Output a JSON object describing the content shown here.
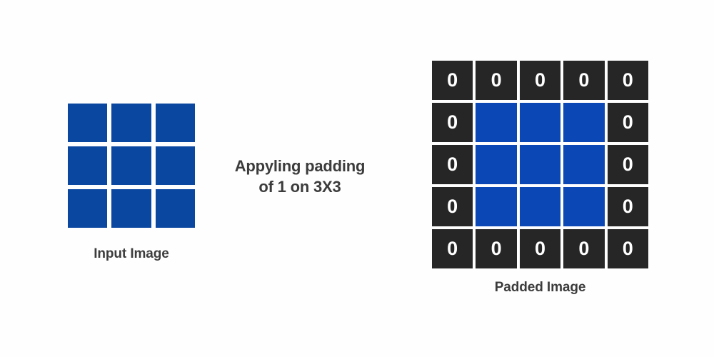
{
  "background_color": "#fefefe",
  "colors": {
    "input_blue": "#0a47a0",
    "padded_blue": "#0b47b5",
    "zero_cell_black": "#262626",
    "zero_text": "#ffffff",
    "caption_text": "#3c3c3c"
  },
  "input_panel": {
    "caption": "Input Image",
    "rows": 3,
    "cols": 3,
    "cells": [
      [
        "blue",
        "blue",
        "blue"
      ],
      [
        "blue",
        "blue",
        "blue"
      ],
      [
        "blue",
        "blue",
        "blue"
      ]
    ]
  },
  "annotation": {
    "line1": "Appyling padding",
    "line2": "of 1 on 3X3"
  },
  "padded_panel": {
    "caption": "Padded Image",
    "rows": 5,
    "cols": 5,
    "zero_label": "0",
    "cells": [
      [
        "0",
        "0",
        "0",
        "0",
        "0"
      ],
      [
        "0",
        "blue",
        "blue",
        "blue",
        "0"
      ],
      [
        "0",
        "blue",
        "blue",
        "blue",
        "0"
      ],
      [
        "0",
        "blue",
        "blue",
        "blue",
        "0"
      ],
      [
        "0",
        "0",
        "0",
        "0",
        "0"
      ]
    ]
  }
}
